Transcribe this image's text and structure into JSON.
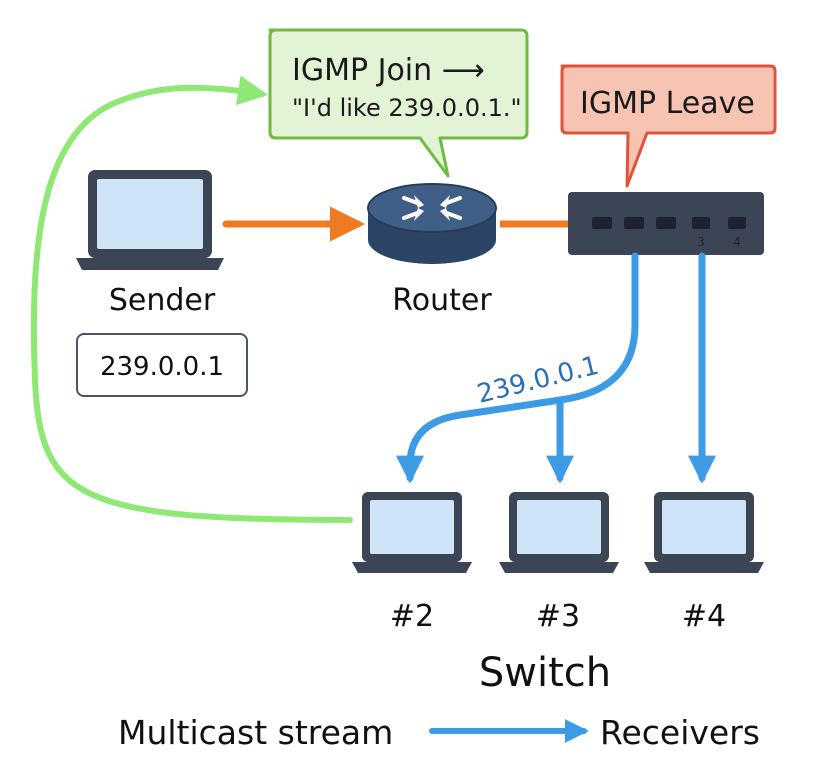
{
  "colors": {
    "join_fill": "#e3f3d6",
    "join_stroke": "#6fbb3f",
    "leave_fill": "#f7c3b2",
    "leave_stroke": "#e0533a",
    "feedback_line": "#8fe874",
    "sender_link": "#f07a1f",
    "multicast": "#3d9ae4",
    "multicast_text": "#2a6fb5",
    "device_dark": "#3b4556",
    "screen": "#cfe4f7",
    "router_top": "#3f5f86",
    "router_side": "#2c4566"
  },
  "callouts": {
    "join_line1": "IGMP Join ⟶",
    "join_line2": "\"I'd like 239.0.0.1.\"",
    "leave": "IGMP Leave"
  },
  "devices": {
    "sender_label": "Sender",
    "sender_group": "239.0.0.1",
    "router_label": "Router",
    "switch_port_3": "3",
    "switch_port_4": "4",
    "switch_label": "Switch"
  },
  "stream_label": "239.0.0.1",
  "receivers": [
    {
      "label": "#2"
    },
    {
      "label": "#3"
    },
    {
      "label": "#4"
    }
  ],
  "legend": {
    "left": "Multicast stream",
    "right": "Receivers"
  },
  "icons": {
    "sender": "laptop-icon",
    "router": "router-icon",
    "switch": "switch-icon",
    "receivers": "laptop-icon"
  }
}
